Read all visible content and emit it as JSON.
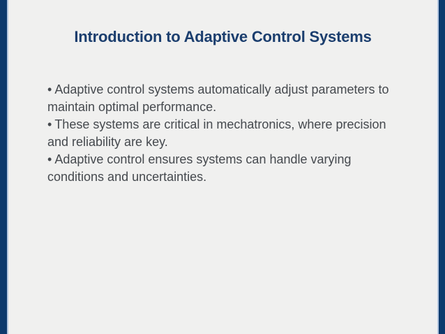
{
  "slide": {
    "title": "Introduction to Adaptive Control Systems",
    "bullet_glyph": "•",
    "bullets": [
      "Adaptive control systems automatically adjust parameters to maintain optimal performance.",
      "These systems are critical in mechatronics, where precision and reliability are key.",
      "Adaptive control ensures systems can handle varying conditions and uncertainties."
    ],
    "colors": {
      "border_navy": "#0d3a6d",
      "border_inner_edge": "#b6c9e2",
      "background": "#f0f0ef",
      "title_text": "#1b3e6e",
      "body_text": "#45494e"
    }
  }
}
